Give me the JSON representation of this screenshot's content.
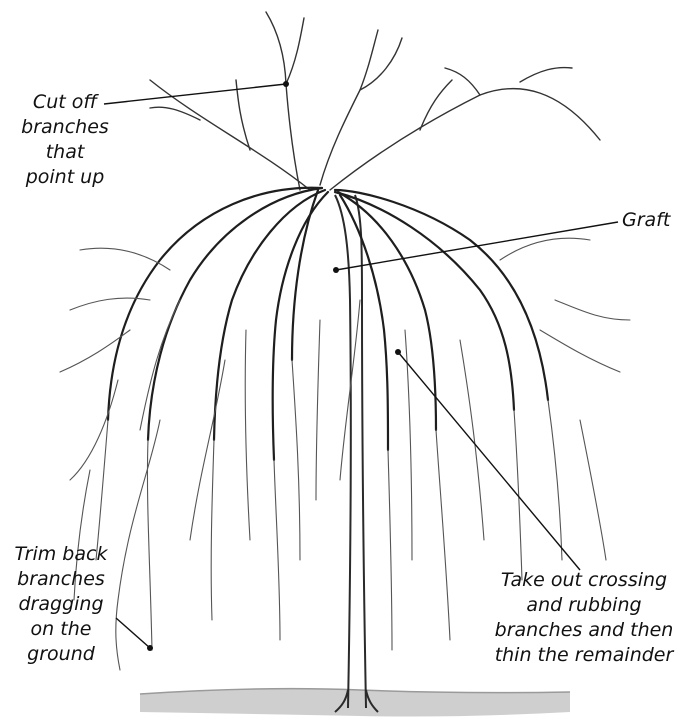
{
  "labels": {
    "cut_off": [
      "Cut off",
      "branches",
      "that",
      "point up"
    ],
    "graft": [
      "Graft"
    ],
    "trim_back": [
      "Trim back",
      "branches",
      "dragging",
      "on the",
      "ground"
    ],
    "take_out": [
      "Take out crossing",
      "and rubbing",
      "branches and then",
      "thin the remainder"
    ]
  },
  "colors": {
    "ink": "#111111",
    "ground": "#bdbdbd",
    "trunk": "#2a2a2a"
  }
}
